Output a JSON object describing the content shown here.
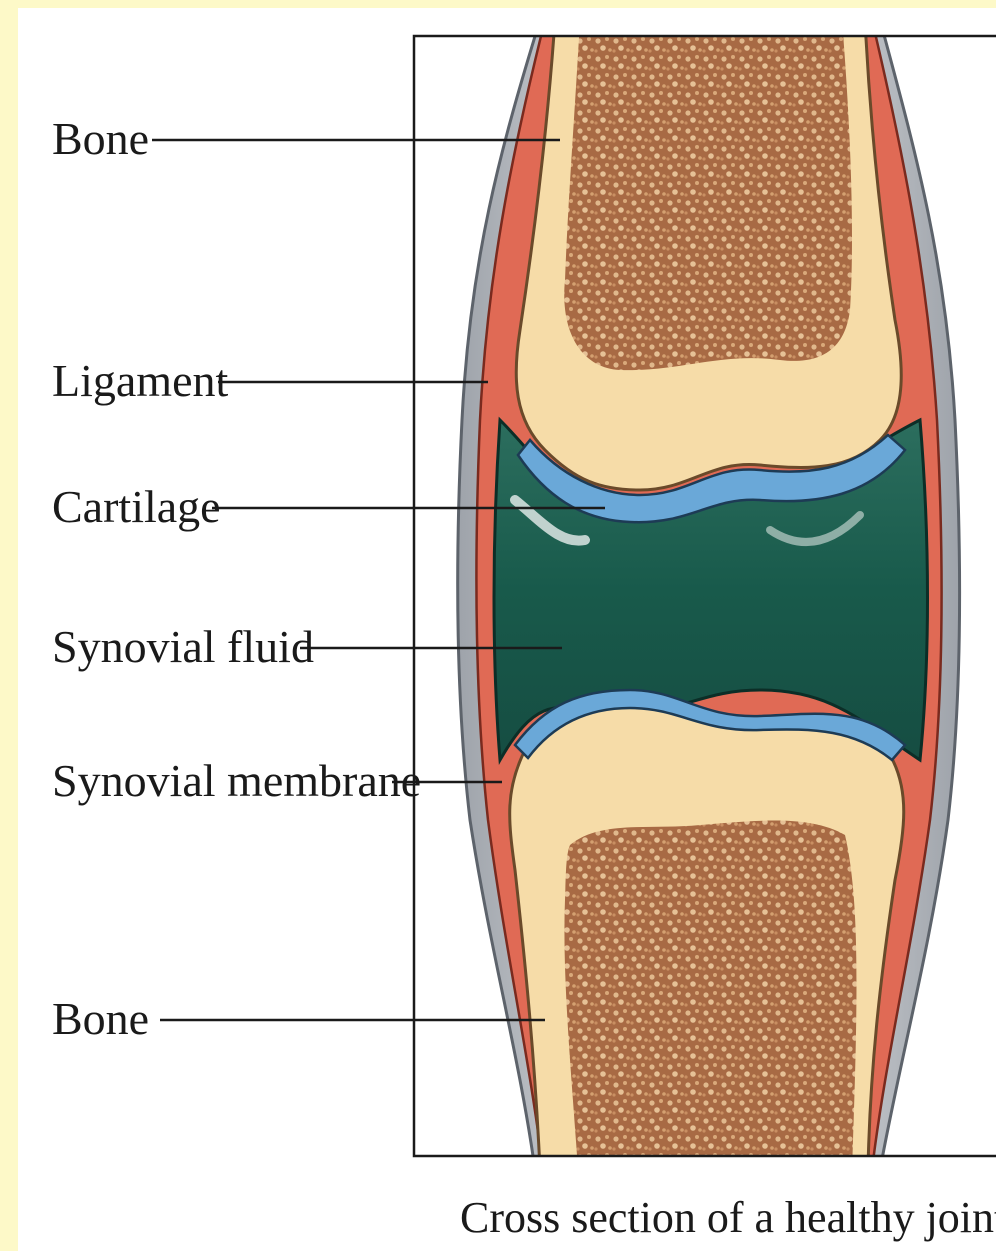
{
  "labels": {
    "bone_top": "Bone",
    "ligament": "Ligament",
    "cartilage": "Cartilage",
    "synovial_fluid": "Synovial fluid",
    "synovial_membrane": "Synovial membrane",
    "bone_bottom": "Bone"
  },
  "caption": "Cross section of a healthy joint",
  "colors": {
    "page_background": "#fdf9c8",
    "bone": "#f6dca8",
    "spongy_bone": "#a86a44",
    "cartilage": "#6aa8d8",
    "synovial_fluid": "#1d5a4c",
    "synovial_membrane": "#e06a55",
    "ligament": "#c9ccd0"
  }
}
